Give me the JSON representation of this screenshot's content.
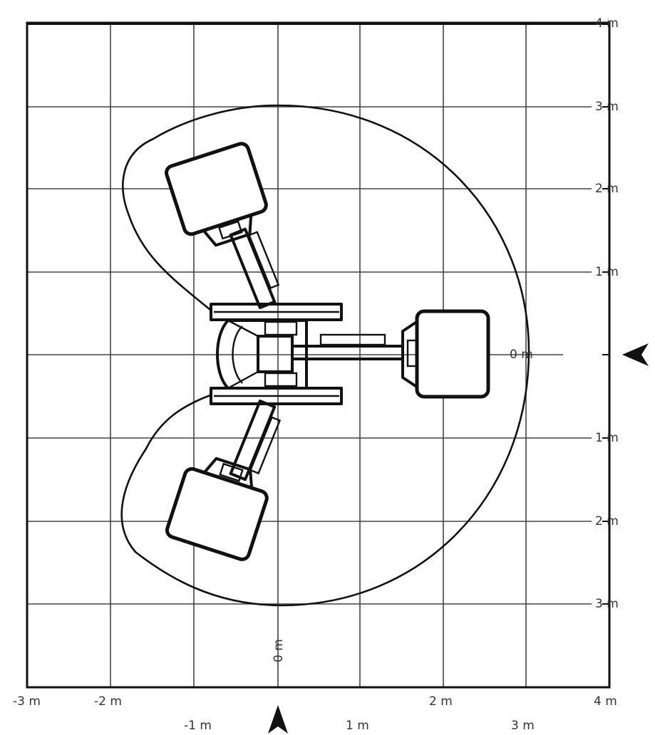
{
  "title": "",
  "right_scale_labels": [
    "4 m",
    "3 m",
    "2 m",
    "1 m",
    "0 m",
    "1 m",
    "2 m",
    "3 m"
  ],
  "bottom_scale_labels_upper": [
    "-3 m",
    "-2 m",
    "2 m",
    "4 m"
  ],
  "bottom_scale_labels_lower": [
    "-1 m",
    "1 m",
    "3 m"
  ],
  "vertical_zero_label": "0 m",
  "colors": {
    "line": "#111111",
    "grid": "#444444",
    "text": "#333333",
    "background": "#ffffff"
  },
  "icons": {
    "right_marker": "arrow-left-marker-icon",
    "bottom_marker": "arrow-up-marker-icon"
  }
}
